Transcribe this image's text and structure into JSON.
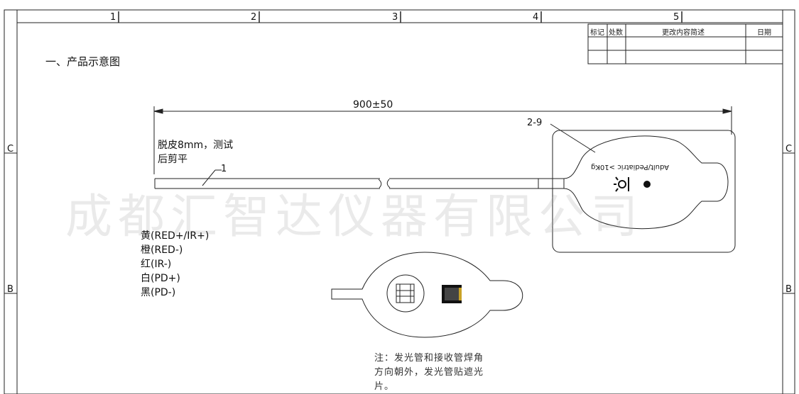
{
  "frame": {
    "zone_numbers": [
      "1",
      "2",
      "3",
      "4",
      "5"
    ],
    "row_letters": [
      "C",
      "B"
    ]
  },
  "revision_table": {
    "headers": [
      "标记",
      "处数",
      "更改内容简述",
      "日期"
    ]
  },
  "section_title": "一、产品示意图",
  "dimension": "900±50",
  "cable_note": [
    "脱皮8mm，测试",
    "后剪平"
  ],
  "callouts": {
    "cable": "1",
    "sensor": "2-9"
  },
  "sensor_label": "Adult/Pediatric >10Kg",
  "wires": [
    "黄(RED+/IR+)",
    "橙(RED-)",
    "红(IR-)",
    "白(PD+)",
    "黑(PD-)"
  ],
  "watermark": "成都汇智达仪器有限公司",
  "note": [
    "注：发光管和接收管焊角",
    "方向朝外，发光管贴遮光",
    "片。"
  ]
}
